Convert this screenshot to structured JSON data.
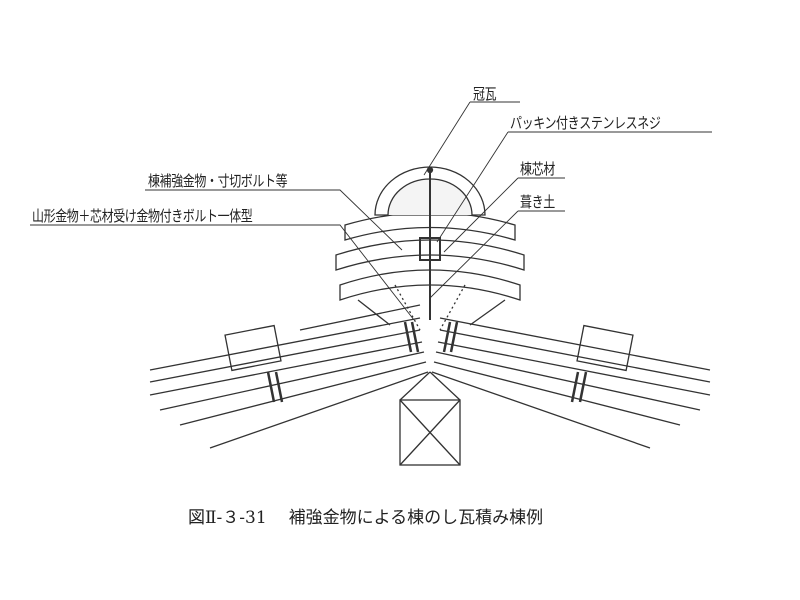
{
  "labels": {
    "kanmuri_gawara": "冠瓦",
    "packing_screw": "パッキン付きステンレスネジ",
    "ridge_core": "棟芯材",
    "fuki_tsuchi": "葺き土",
    "reinforcement": "棟補強金物・寸切ボルト等",
    "angle_bracket": "山形金物＋芯材受け金物付きボルト一体型"
  },
  "caption": {
    "figure_number": "図Ⅱ-３-31",
    "title": "補強金物による棟のし瓦積み棟例"
  }
}
